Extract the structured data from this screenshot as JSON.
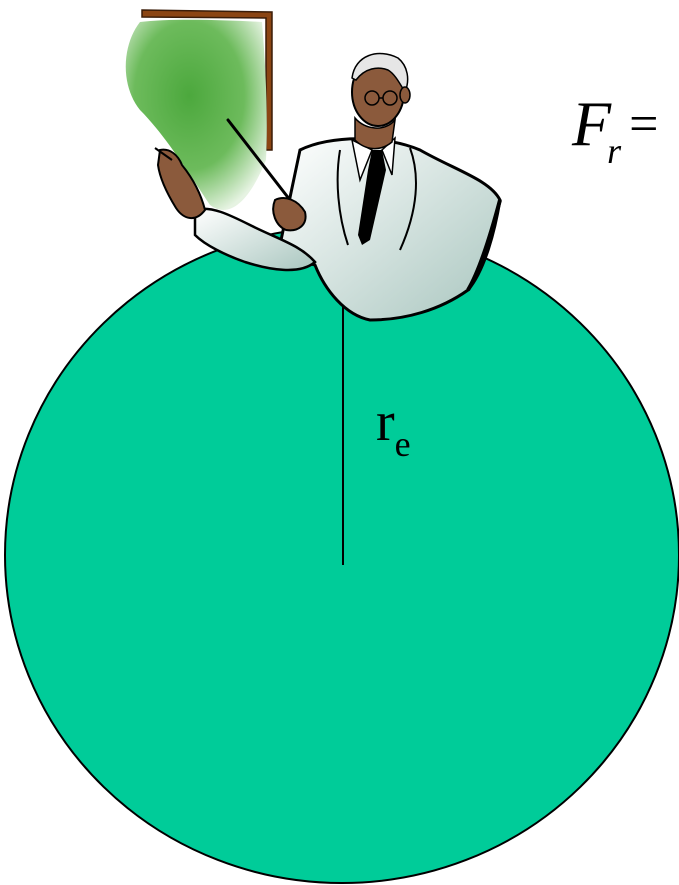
{
  "formula": {
    "symbol": "F",
    "subscript": "r",
    "operator": "="
  },
  "radius_label": {
    "symbol": "r",
    "subscript": "e"
  },
  "colors": {
    "earth_fill": "#00CC99",
    "board_green": "#59B34A",
    "board_frame": "#8B4513",
    "outline": "#000000",
    "coat_shade": "#BFD6D0",
    "skin": "#8B5A3C"
  },
  "icons": {
    "teacher": "teacher-pointing-icon",
    "board": "chalkboard-icon"
  }
}
